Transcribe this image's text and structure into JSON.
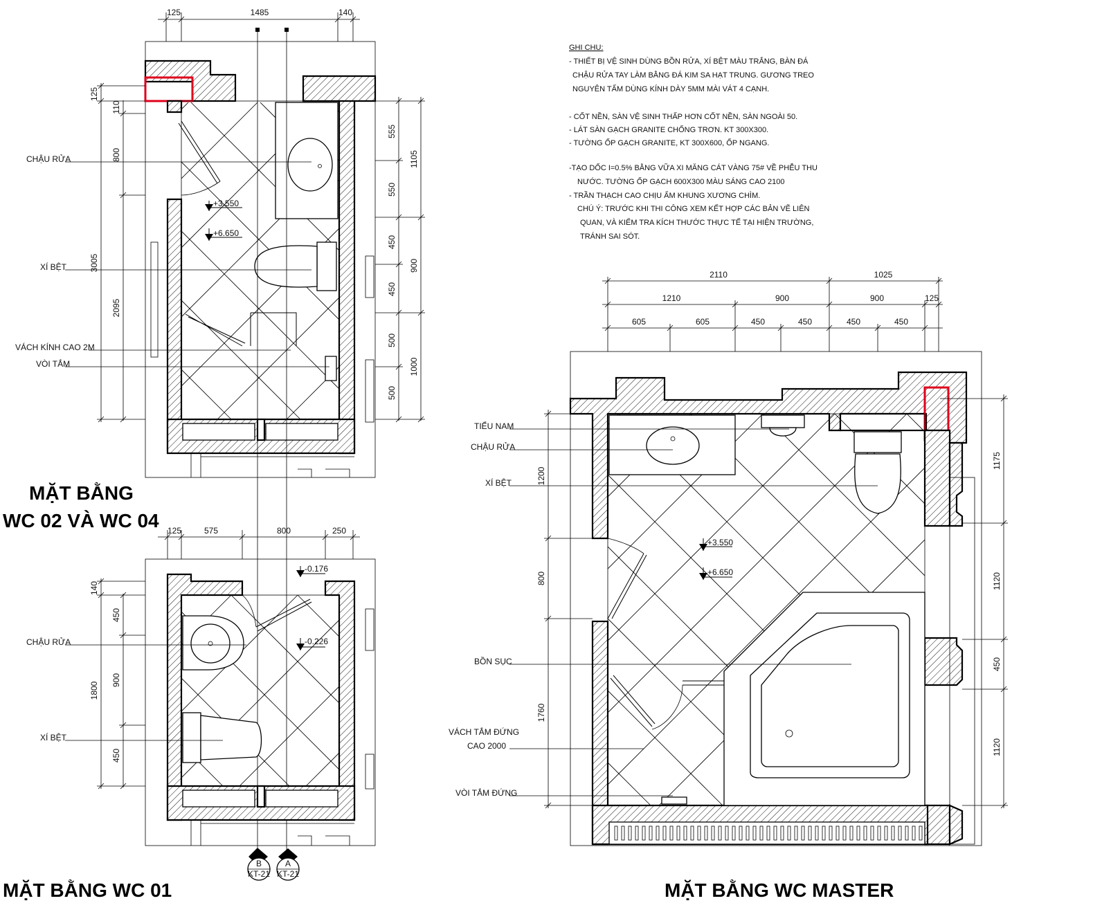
{
  "notes": {
    "heading": "GHI CHU:",
    "lines": [
      "- THIẾT BỊ VỆ SINH DÙNG BỒN RỬA, XÍ BỆT MÀU TRẮNG, BÀN ĐÁ",
      "CHẬU RỬA TAY LÀM BẰNG ĐÁ KIM SA HẠT TRUNG. GƯƠNG TREO",
      "NGUYÊN TẤM DÙNG KÍNH DÀY 5MM MÀI VÁT 4 CẠNH.",
      "",
      "- CỐT NỀN, SÀN VỆ SINH THẤP HƠN CỐT NỀN, SÀN NGOÀI 50.",
      "- LÁT SÀN GẠCH GRANITE CHỐNG TRƠN. KT 300X300.",
      "- TƯỜNG ỐP GẠCH GRANITE, KT 300X600, ỐP NGANG.",
      "",
      "-TẠO DỐC I=0.5% BẰNG VỮA XI MĂNG CÁT VÀNG 75# VỀ PHỄU THU",
      "NƯỚC. TƯỜNG ỐP GẠCH 600X300 MÀU SÁNG CAO 2100",
      "- TRẦN THẠCH CAO CHỊU ẨM KHUNG XƯƠNG CHÌM.",
      "CHÚ Ý: TRƯỚC KHI THI CÔNG XEM KẾT HỢP CÁC BẢN VẼ LIÊN",
      "QUAN, VÀ KIỂM TRA KÍCH THƯỚC THỰC TẾ TẠI HIỆN TRƯỜNG,",
      "TRÁNH SAI SÓT."
    ]
  },
  "plan_wc02_04": {
    "title_line1": "MẶT BẰNG",
    "title_line2": "WC 02 VÀ WC 04",
    "dims_top": [
      "125",
      "1485",
      "140"
    ],
    "dims_left_outer": [
      "125",
      "3005"
    ],
    "dims_left_inner": [
      "110",
      "800",
      "2095"
    ],
    "dims_right_inner": [
      "555",
      "550",
      "450",
      "450",
      "500",
      "500"
    ],
    "dims_right_outer": [
      "1105",
      "900",
      "1000"
    ],
    "levels": [
      "+3.550",
      "+6.650"
    ],
    "labels": [
      "CHẬU RỬA",
      "XÍ BỆT",
      "VÁCH KÍNH CAO 2M",
      "VÒI TẮM"
    ]
  },
  "plan_wc01": {
    "title": "MẶT BẰNG WC 01",
    "dims_top": [
      "125",
      "575",
      "800",
      "250"
    ],
    "dims_left_outer": [
      "140",
      "1800"
    ],
    "dims_left_inner": [
      "450",
      "900",
      "450"
    ],
    "levels": [
      "-0.176",
      "-0.226"
    ],
    "labels": [
      "CHẬU RỬA",
      "XÍ BỆT"
    ],
    "section_marks": [
      {
        "letter": "B",
        "ref": "KT-21"
      },
      {
        "letter": "A",
        "ref": "KT-21"
      }
    ]
  },
  "plan_master": {
    "title": "MẶT BẰNG WC MASTER",
    "dims_top_row1": [
      "2110",
      "1025"
    ],
    "dims_top_row2": [
      "1210",
      "900",
      "900",
      "125"
    ],
    "dims_top_row3": [
      "605",
      "605",
      "450",
      "450",
      "450",
      "450"
    ],
    "dims_left": [
      "1200",
      "800",
      "1760"
    ],
    "dims_right": [
      "1175",
      "1120",
      "450",
      "1120"
    ],
    "levels": [
      "+3.550",
      "+6.650"
    ],
    "labels": [
      "TIỂU NAM",
      "CHẬU RỬA",
      "XÍ BỆT",
      "BỒN SỤC",
      "VÁCH TẮM ĐỨNG",
      "CAO 2000",
      "VÒI TẮM ĐỨNG"
    ]
  }
}
